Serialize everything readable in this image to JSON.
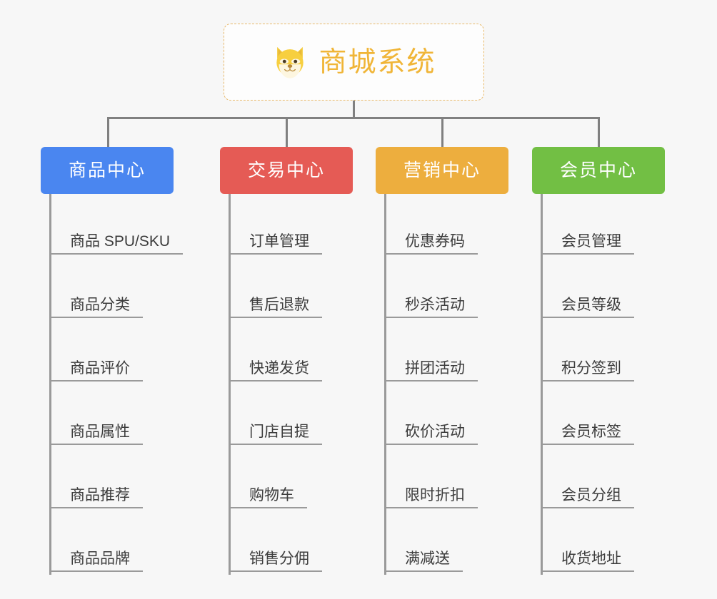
{
  "diagram": {
    "type": "org-chart",
    "background_color": "#f7f7f7",
    "root": {
      "title": "商城系统",
      "icon": "shiba-dog-face-icon",
      "border_color": "#e8b96a",
      "text_color": "#f0b537",
      "background_color": "#fdfdfd"
    },
    "connector_color": "#808080",
    "branch_line_color": "#9a9a9a",
    "leaf_text_color": "#3c3c3c",
    "categories": [
      {
        "label": "商品中心",
        "color": "#4a86f0",
        "items": [
          "商品 SPU/SKU",
          "商品分类",
          "商品评价",
          "商品属性",
          "商品推荐",
          "商品品牌"
        ]
      },
      {
        "label": "交易中心",
        "color": "#e55b55",
        "items": [
          "订单管理",
          "售后退款",
          "快递发货",
          "门店自提",
          "购物车",
          "销售分佣"
        ]
      },
      {
        "label": "营销中心",
        "color": "#edae3e",
        "items": [
          "优惠券码",
          "秒杀活动",
          "拼团活动",
          "砍价活动",
          "限时折扣",
          "满减送"
        ]
      },
      {
        "label": "会员中心",
        "color": "#72bf44",
        "items": [
          "会员管理",
          "会员等级",
          "积分签到",
          "会员标签",
          "会员分组",
          "收货地址"
        ]
      }
    ]
  }
}
